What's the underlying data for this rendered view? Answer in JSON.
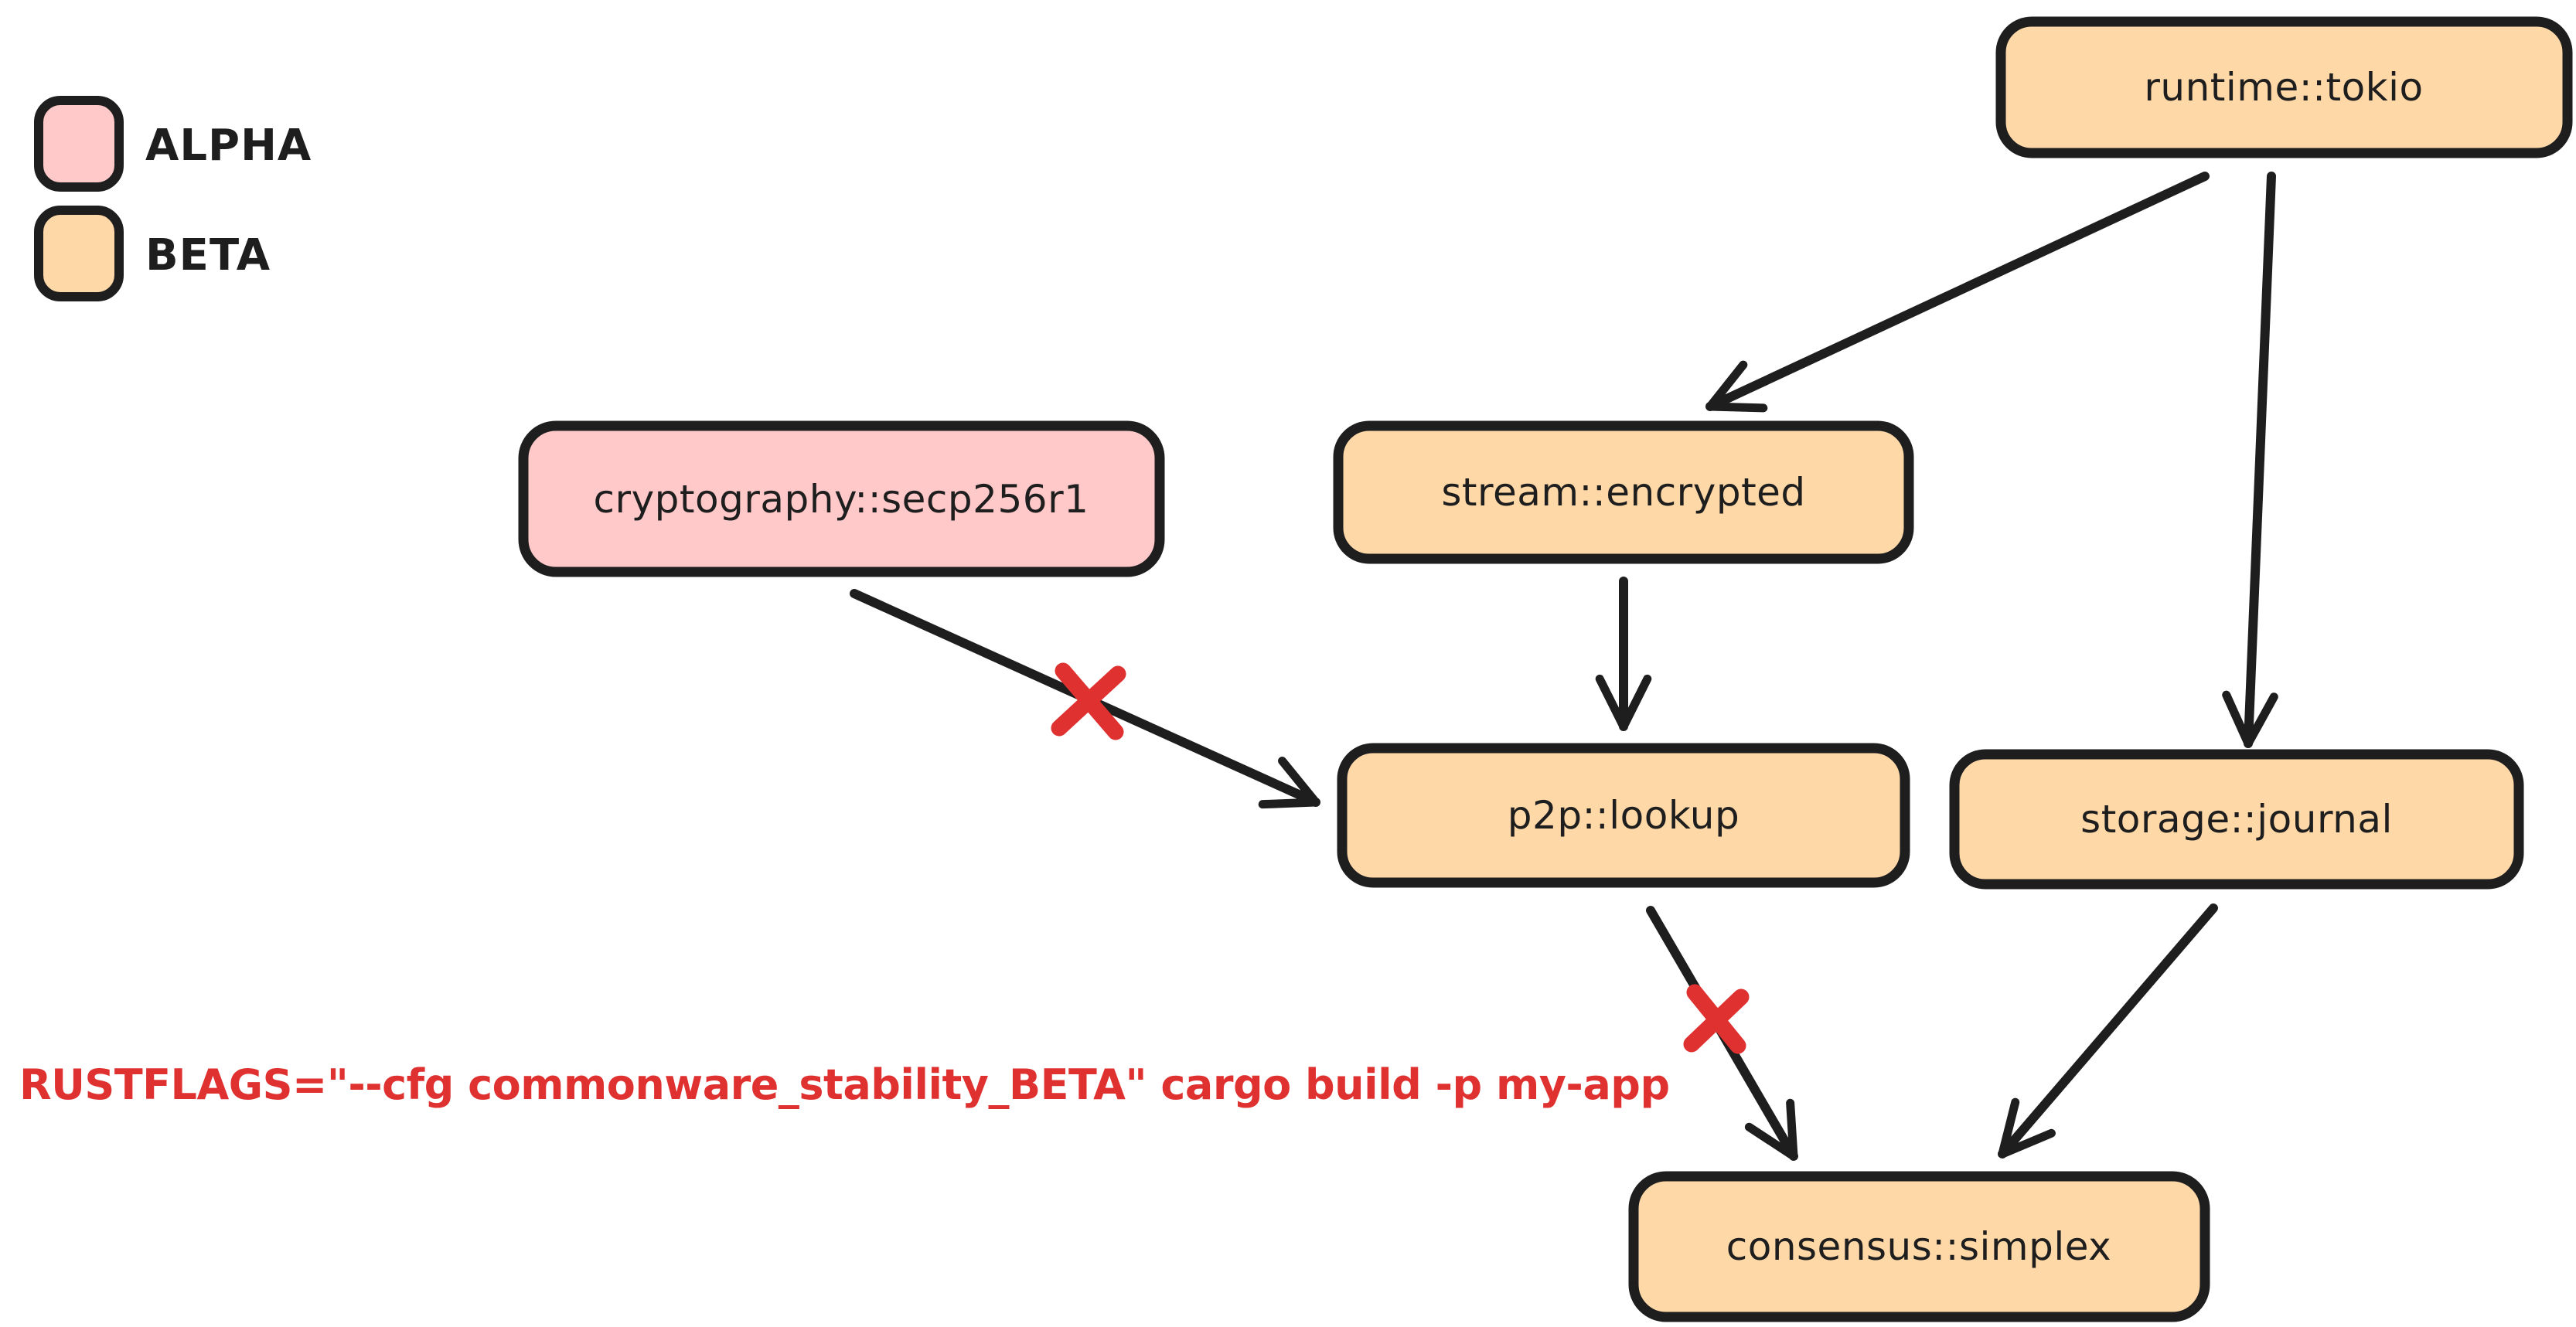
{
  "colors": {
    "background": "#ffffff",
    "stroke": "#1e1e1e",
    "alpha_fill": "#ffc9c9",
    "beta_fill": "#ffd8a8",
    "blocked_red": "#e03131"
  },
  "legend": {
    "alpha_label": "ALPHA",
    "beta_label": "BETA"
  },
  "nodes": {
    "runtime_tokio": {
      "label": "runtime::tokio",
      "stability": "BETA"
    },
    "cryptography_secp256r1": {
      "label": "cryptography::secp256r1",
      "stability": "ALPHA"
    },
    "stream_encrypted": {
      "label": "stream::encrypted",
      "stability": "BETA"
    },
    "p2p_lookup": {
      "label": "p2p::lookup",
      "stability": "BETA"
    },
    "storage_journal": {
      "label": "storage::journal",
      "stability": "BETA"
    },
    "consensus_simplex": {
      "label": "consensus::simplex",
      "stability": "BETA"
    }
  },
  "edges": [
    {
      "from": "runtime::tokio",
      "to": "stream::encrypted",
      "blocked": false
    },
    {
      "from": "runtime::tokio",
      "to": "storage::journal",
      "blocked": false
    },
    {
      "from": "stream::encrypted",
      "to": "p2p::lookup",
      "blocked": false
    },
    {
      "from": "cryptography::secp256r1",
      "to": "p2p::lookup",
      "blocked": true
    },
    {
      "from": "p2p::lookup",
      "to": "consensus::simplex",
      "blocked": true
    },
    {
      "from": "storage::journal",
      "to": "consensus::simplex",
      "blocked": false
    }
  ],
  "command": {
    "text": "RUSTFLAGS=\"--cfg commonware_stability_BETA\" cargo build -p my-app"
  }
}
